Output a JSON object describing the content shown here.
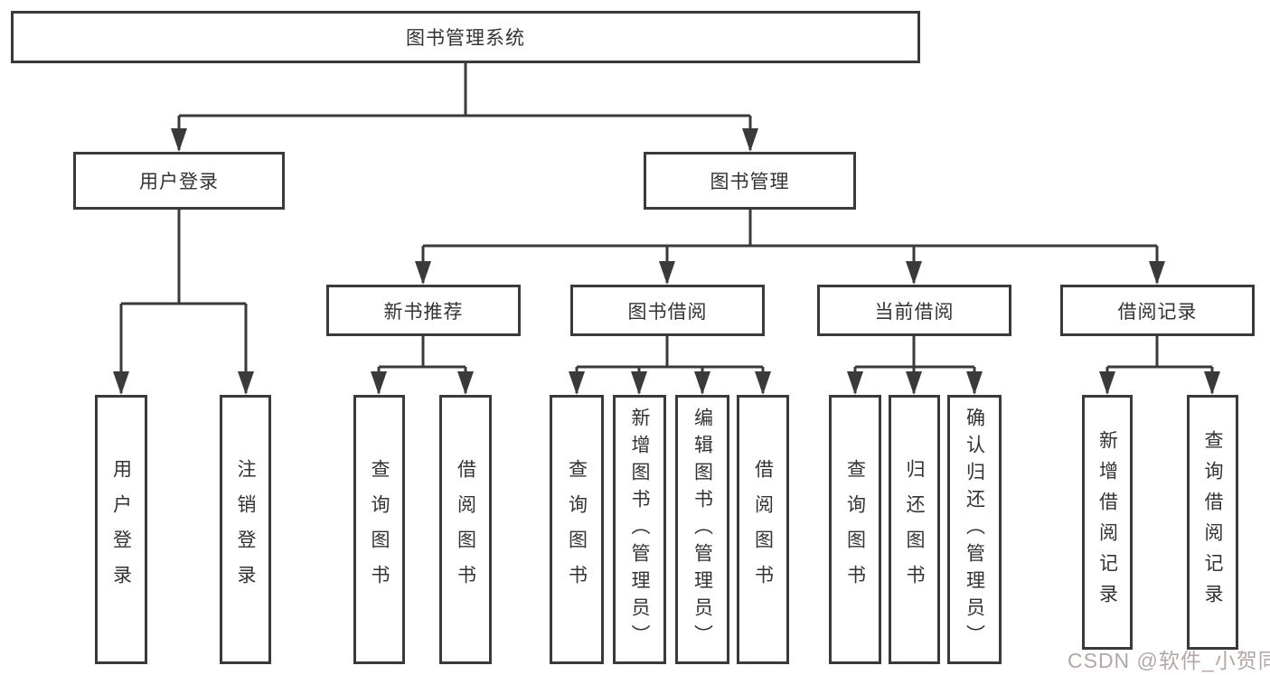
{
  "diagram": {
    "tree": {
      "label": "图书管理系统",
      "children": [
        {
          "label": "用户登录",
          "children": [
            {
              "label": "用户登录"
            },
            {
              "label": "注销登录"
            }
          ]
        },
        {
          "label": "图书管理",
          "children": [
            {
              "label": "新书推荐",
              "children": [
                {
                  "label": "查询图书"
                },
                {
                  "label": "借阅图书"
                }
              ]
            },
            {
              "label": "图书借阅",
              "children": [
                {
                  "label": "查询图书"
                },
                {
                  "label": "新增图书（管理员）"
                },
                {
                  "label": "编辑图书（管理员）"
                },
                {
                  "label": "借阅图书"
                }
              ]
            },
            {
              "label": "当前借阅",
              "children": [
                {
                  "label": "查询图书"
                },
                {
                  "label": "归还图书"
                },
                {
                  "label": "确认归还（管理员）"
                }
              ]
            },
            {
              "label": "借阅记录",
              "children": [
                {
                  "label": "新增借阅记录"
                },
                {
                  "label": "查询借阅记录"
                }
              ]
            }
          ]
        }
      ]
    },
    "line_color": "#3a3a3a",
    "box_border_color": "#3a3a3a",
    "text_color": "#333333",
    "background_color": "#ffffff"
  },
  "watermark": {
    "text": "CSDN @软件_小贺同学"
  }
}
